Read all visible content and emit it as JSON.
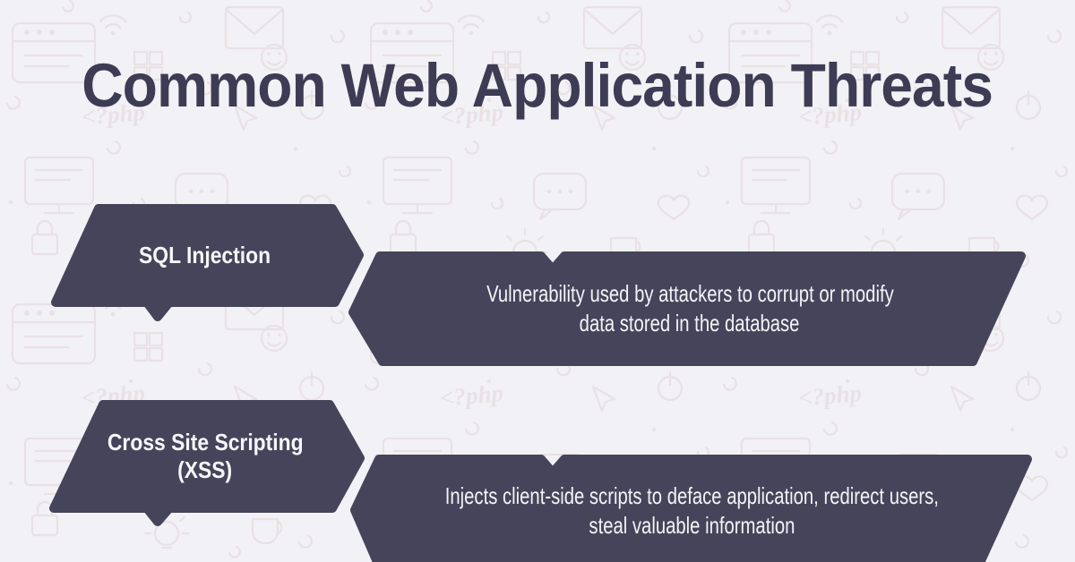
{
  "page": {
    "title": "Common Web Application Threats"
  },
  "colors": {
    "background": "#f2f1f5",
    "shape_fill": "#46445a",
    "title_text": "#3e3c54",
    "light_text": "#f6f6f9",
    "pattern_stroke": "#e8dfe2"
  },
  "threats": [
    {
      "label_line1": "SQL Injection",
      "label_line2": "",
      "desc_line1": "Vulnerability used by attackers to corrupt or modify",
      "desc_line2": "data stored in the database"
    },
    {
      "label_line1": "Cross Site Scripting",
      "label_line2": "(XSS)",
      "desc_line1": "Injects client-side scripts to deface application, redirect users,",
      "desc_line2": "steal valuable information"
    }
  ],
  "background_icons": [
    "browser-window-icon",
    "envelope-icon",
    "lightbulb-icon",
    "power-button-icon",
    "monitor-icon",
    "smiley-icon",
    "speech-bubble-icon",
    "php-tag-icon",
    "wifi-icon",
    "heart-icon",
    "windows-logo-icon",
    "mouse-cursor-icon",
    "padlock-icon",
    "coffee-cup-icon",
    "arc-doodle-icon"
  ]
}
